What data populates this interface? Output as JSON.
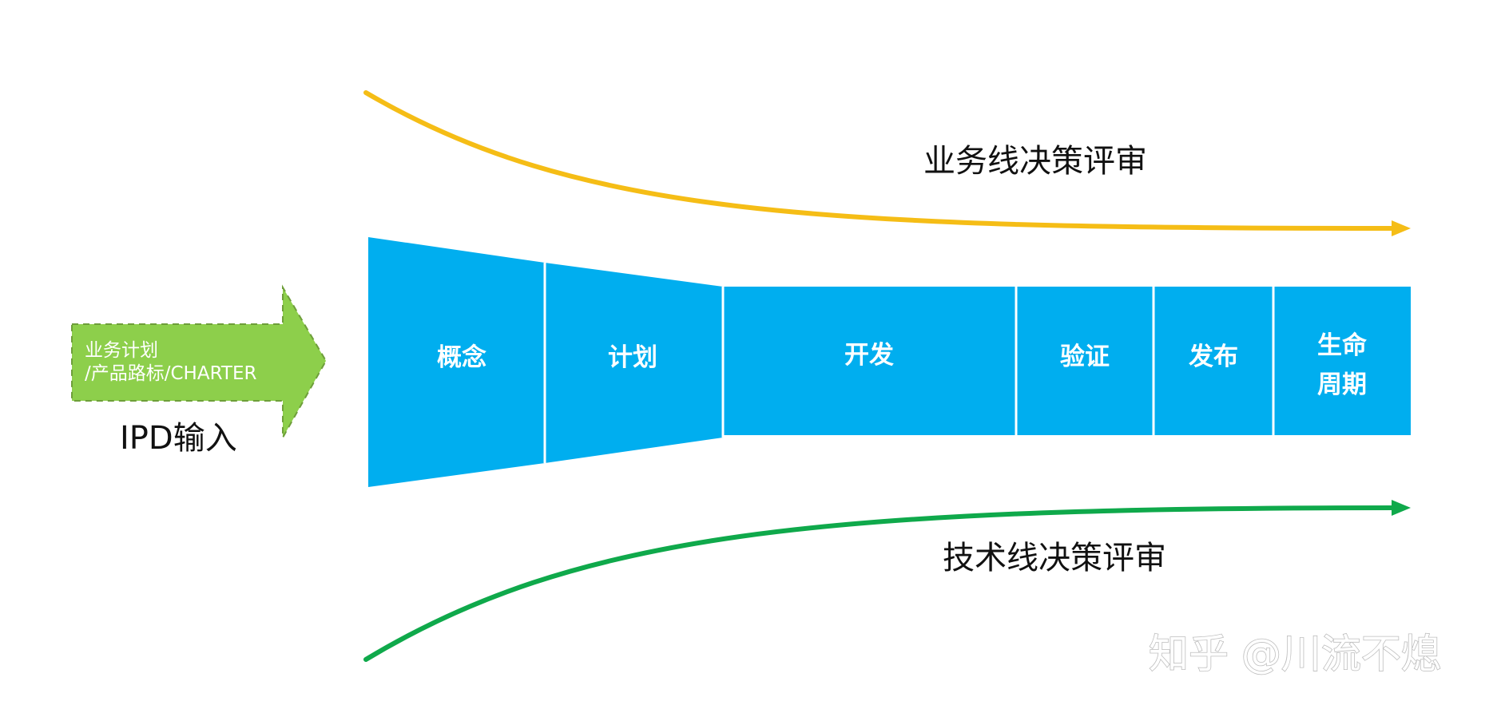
{
  "business_review": {
    "label": "业务线决策评审",
    "color": "#F5BD16"
  },
  "technical_review": {
    "label": "技术线决策评审",
    "color": "#0FA94B"
  },
  "ipd_input": {
    "caption": "IPD输入",
    "line1": "业务计划",
    "line2": "/产品路标/CHARTER",
    "color": "#8DCF4B"
  },
  "stages_color": "#00AEEF",
  "stages": {
    "concept": "概念",
    "plan": "计划",
    "develop": "开发",
    "verify": "验证",
    "release": "发布",
    "lifecycle_line1": "生命",
    "lifecycle_line2": "周期"
  },
  "watermark": "知乎 @川流不熄"
}
